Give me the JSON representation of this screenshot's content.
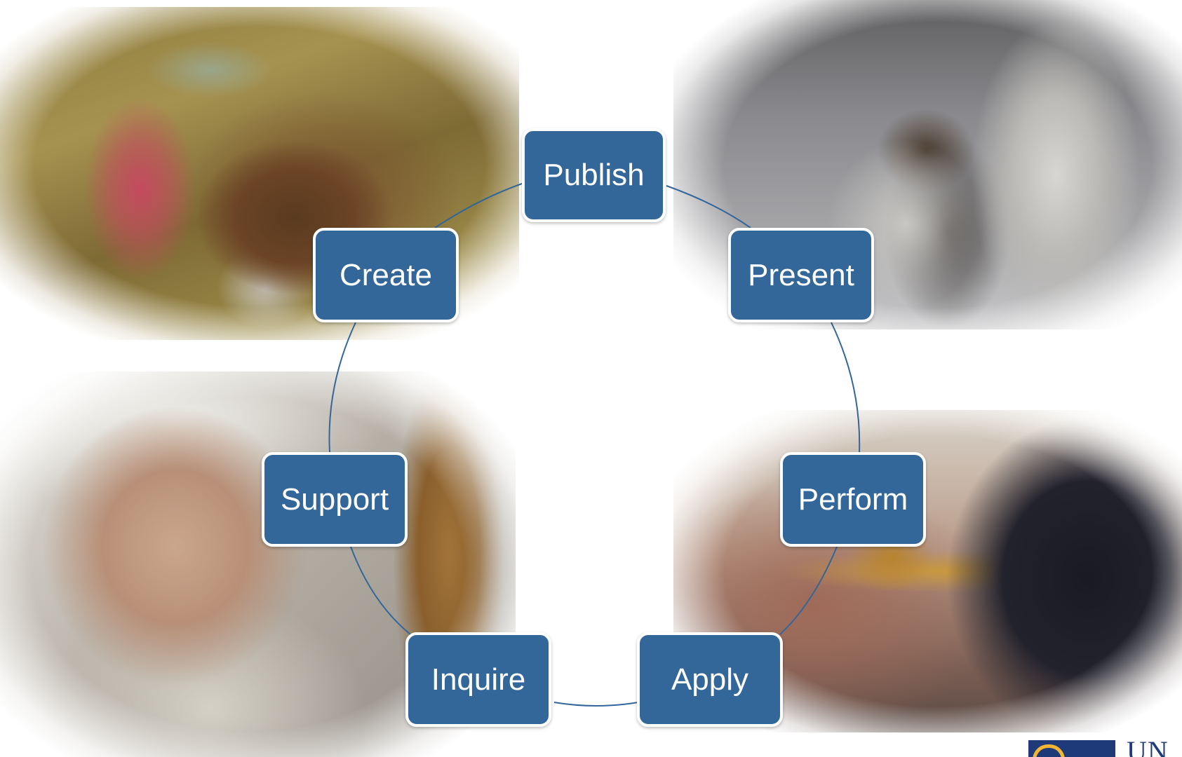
{
  "stages": {
    "publish": "Publish",
    "create": "Create",
    "present": "Present",
    "support": "Support",
    "perform": "Perform",
    "inquire": "Inquire",
    "apply": "Apply"
  },
  "logo": {
    "text": "UN"
  },
  "colors": {
    "stage_fill": "#336699",
    "stage_border": "#ffffff",
    "connector": "#336699",
    "logo_navy": "#1f3a78",
    "logo_gold": "#f2b632"
  }
}
